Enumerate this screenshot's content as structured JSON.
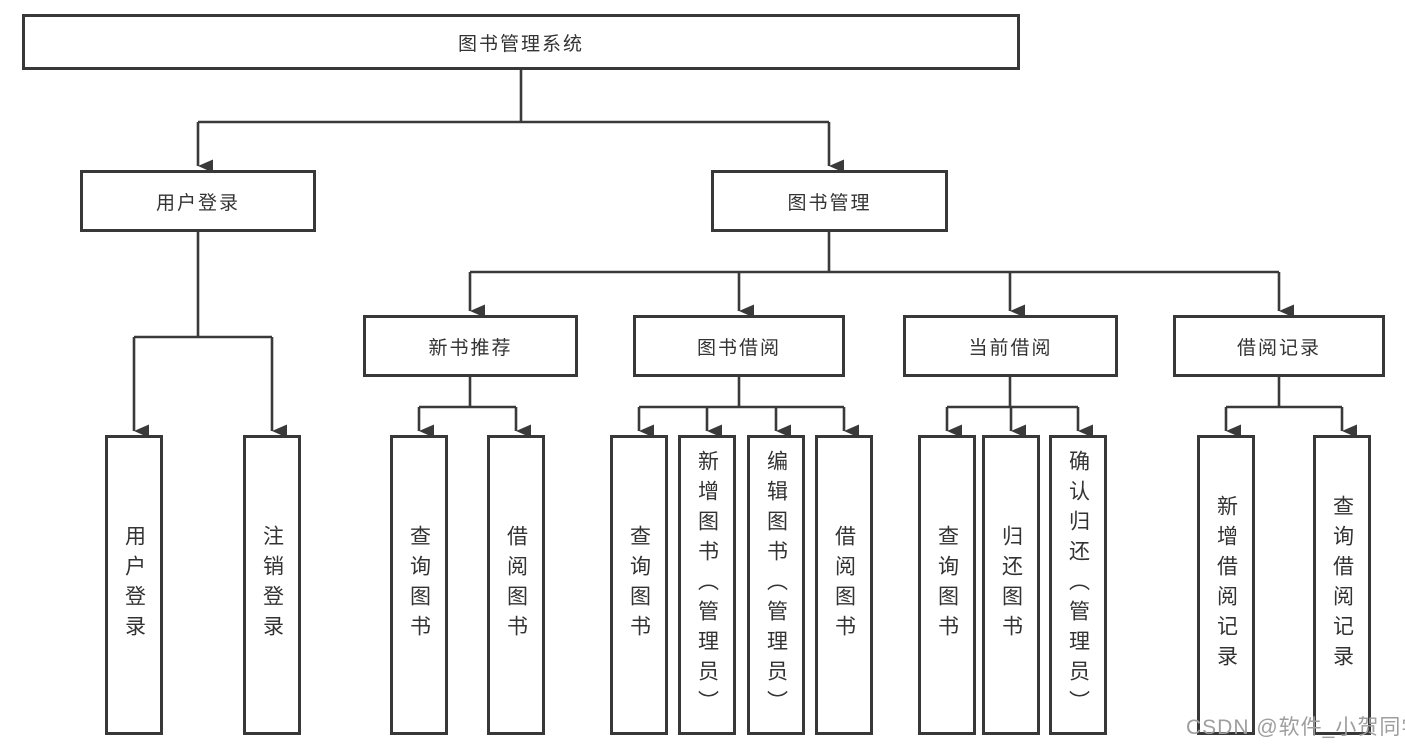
{
  "title": "图书管理系统",
  "branches": {
    "user_login": {
      "label": "用户登录",
      "children": [
        {
          "label": "用户登录"
        },
        {
          "label": "注销登录"
        }
      ]
    },
    "book_management": {
      "label": "图书管理",
      "sections": [
        {
          "label": "新书推荐",
          "children": [
            {
              "label": "查询图书"
            },
            {
              "label": "借阅图书"
            }
          ]
        },
        {
          "label": "图书借阅",
          "children": [
            {
              "label": "查询图书"
            },
            {
              "label": "新增图书（管理员）"
            },
            {
              "label": "编辑图书（管理员）"
            },
            {
              "label": "借阅图书"
            }
          ]
        },
        {
          "label": "当前借阅",
          "children": [
            {
              "label": "查询图书"
            },
            {
              "label": "归还图书"
            },
            {
              "label": "确认归还（管理员）"
            }
          ]
        },
        {
          "label": "借阅记录",
          "children": [
            {
              "label": "新增借阅记录"
            },
            {
              "label": "查询借阅记录"
            }
          ]
        }
      ]
    }
  },
  "watermark": "CSDN @软件_小贺同学",
  "colors": {
    "line": "#3a3a3a",
    "box_border": "#383838",
    "text": "#333333",
    "watermark": "#9e9e9e",
    "background": "#ffffff"
  }
}
